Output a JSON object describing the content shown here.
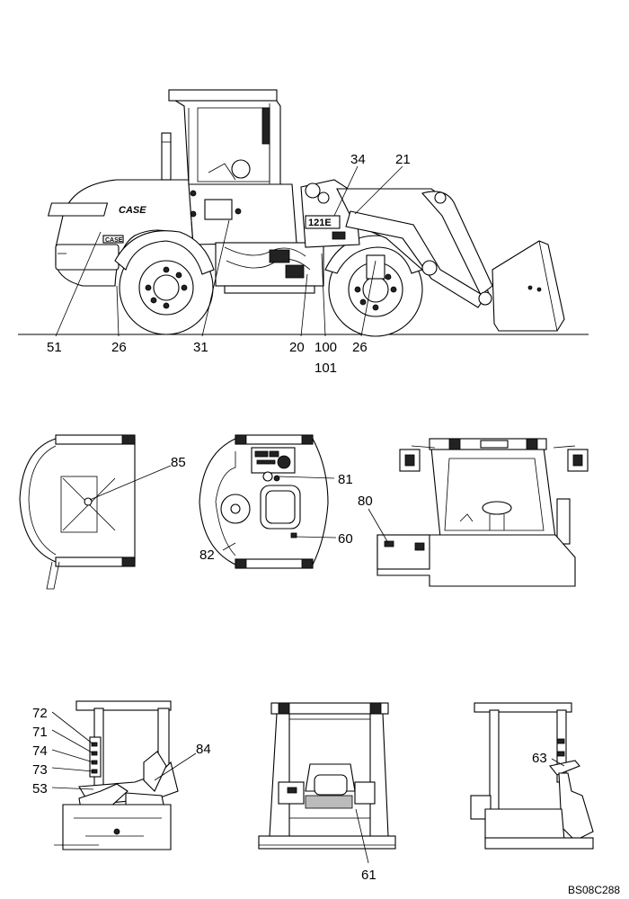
{
  "drawing_code": "BS08C288",
  "side_view": {
    "brand_decal": "CASE",
    "model_decal": "121E",
    "grille_decal": "CASE",
    "callouts": [
      "51",
      "26",
      "31",
      "20",
      "100",
      "101",
      "26",
      "34",
      "21"
    ]
  },
  "top_views": {
    "rear_top_callouts": [
      "85"
    ],
    "operator_deck_callouts": [
      "81",
      "60",
      "82"
    ],
    "rear_cab_callouts": [
      "80"
    ]
  },
  "cab_views": {
    "left_cab_callouts": [
      "72",
      "71",
      "74",
      "73",
      "53",
      "84"
    ],
    "front_cab_callouts": [
      "61"
    ],
    "right_cab_callouts": [
      "63"
    ]
  }
}
